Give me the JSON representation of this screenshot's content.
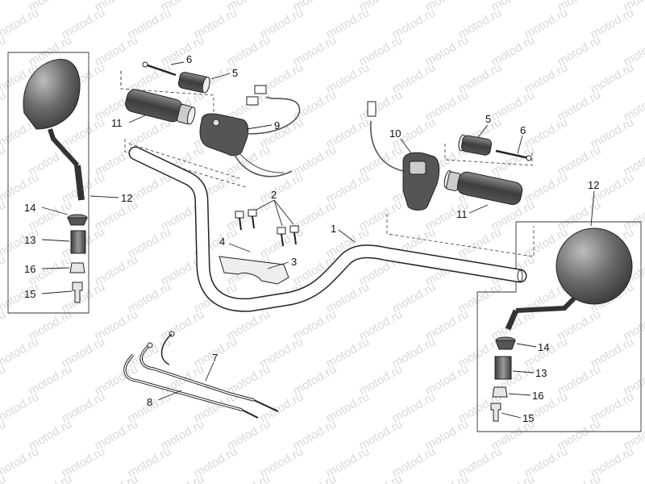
{
  "watermark": "motod.ru",
  "callouts": {
    "handlebar": "1",
    "screws": "2",
    "clamp": "3",
    "washer": "4",
    "bar_end_weight_left": "5",
    "bar_end_weight_right": "5",
    "bar_end_screw_left": "6",
    "bar_end_screw_right": "6",
    "cable_upper": "7",
    "cable_lower": "8",
    "left_switch": "9",
    "right_switch": "10",
    "grip_left": "11",
    "grip_right": "11",
    "mirror_left": "12",
    "mirror_right": "12",
    "rubber_cap_left": "14",
    "rubber_cap_right": "14",
    "spacer_left": "13",
    "spacer_right": "13",
    "nut_left": "16",
    "nut_right": "16",
    "bolt_left": "15",
    "bolt_right": "15"
  },
  "colors": {
    "part_fill": "#4a4a4a",
    "part_highlight": "#9a9a9a",
    "light_fill": "#eeeeee",
    "watermark": "#d9d9d9"
  }
}
